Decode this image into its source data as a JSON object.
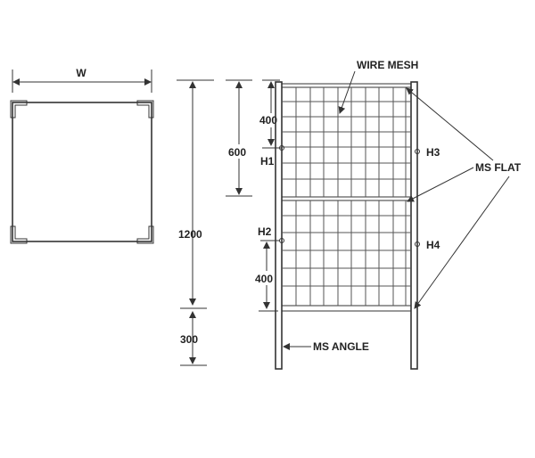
{
  "diagram": {
    "plan_view": {
      "width_label": "W"
    },
    "dimensions": {
      "overall_height": "1200",
      "upper_panel_height": "600",
      "hinge_upper_spacing": "400",
      "hinge_lower_spacing": "400",
      "leg_height": "300"
    },
    "hinges": {
      "h1": "H1",
      "h2": "H2",
      "h3": "H3",
      "h4": "H4"
    },
    "callouts": {
      "wire_mesh": "WIRE MESH",
      "ms_flat": "MS FLAT",
      "ms_angle": "MS ANGLE"
    }
  }
}
